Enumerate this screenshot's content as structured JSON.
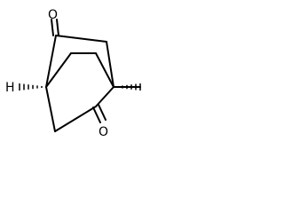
{
  "molecule": {
    "atoms": {
      "oxygen_top": "O",
      "oxygen_bottom": "O",
      "hydrogen_left": "H"
    },
    "colors": {
      "bond": "#000000",
      "background": "#ffffff"
    }
  }
}
